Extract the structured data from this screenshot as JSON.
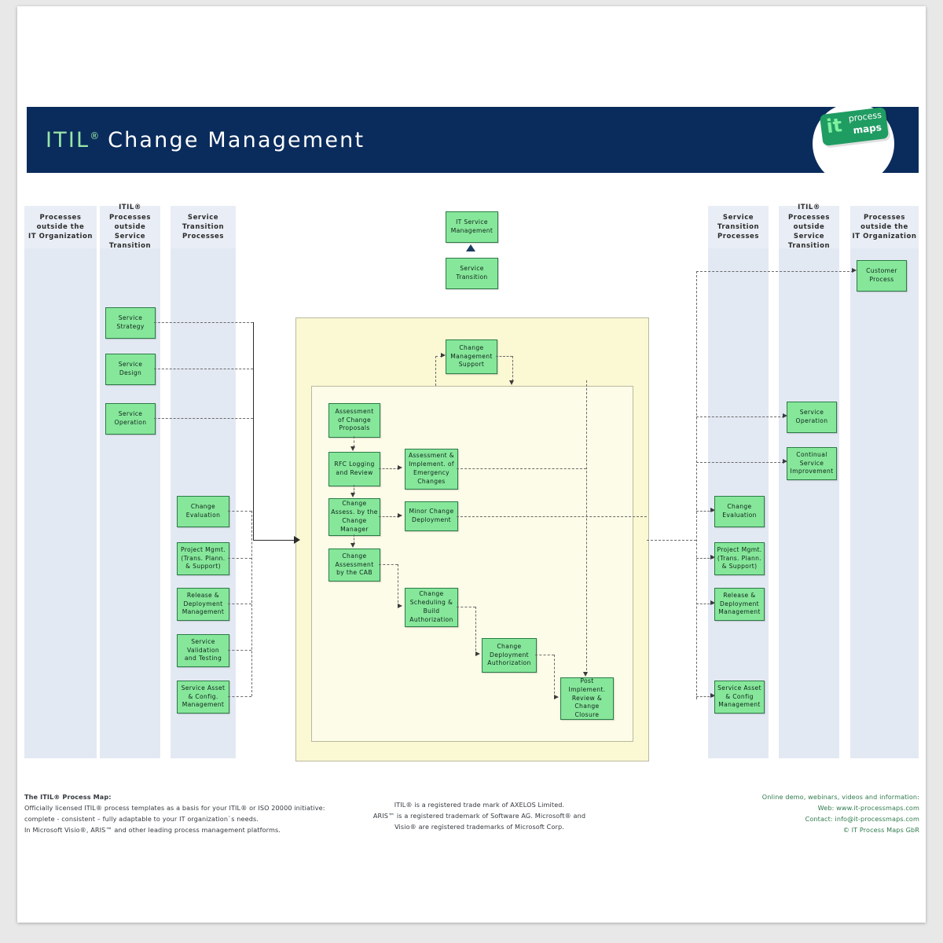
{
  "header": {
    "title_itil": "ITIL",
    "title_reg": "®",
    "title_rest": "Change Management",
    "logo": {
      "it": "it",
      "process": "process",
      "maps": "maps"
    }
  },
  "lanes": [
    {
      "name": "lane-processes-outside-it-left",
      "label": "Processes\noutside the\nIT Organization"
    },
    {
      "name": "lane-itil-outside-st-left",
      "label": "ITIL® Processes\noutside Service\nTransition"
    },
    {
      "name": "lane-service-transition-left",
      "label": "Service\nTransition\nProcesses"
    },
    {
      "name": "lane-service-transition-right",
      "label": "Service\nTransition\nProcesses"
    },
    {
      "name": "lane-itil-outside-st-right",
      "label": "ITIL® Processes\noutside Service\nTransition"
    },
    {
      "name": "lane-processes-outside-it-right",
      "label": "Processes\noutside the\nIT Organization"
    }
  ],
  "top_boxes": [
    {
      "name": "it-service-management",
      "label": "IT Service\nManagement"
    },
    {
      "name": "service-transition",
      "label": "Service\nTransition"
    }
  ],
  "left_itil_boxes": [
    {
      "name": "service-strategy",
      "label": "Service\nStrategy"
    },
    {
      "name": "service-design",
      "label": "Service\nDesign"
    },
    {
      "name": "service-operation",
      "label": "Service\nOperation"
    }
  ],
  "left_st_boxes": [
    {
      "name": "change-evaluation",
      "label": "Change\nEvaluation"
    },
    {
      "name": "project-management",
      "label": "Project Mgmt.\n(Trans. Plann.\n& Support)"
    },
    {
      "name": "release-deployment",
      "label": "Release &\nDeployment\nManagement"
    },
    {
      "name": "service-validation",
      "label": "Service\nValidation\nand Testing"
    },
    {
      "name": "service-asset-config",
      "label": "Service Asset\n& Config.\nManagement"
    }
  ],
  "center_boxes": [
    {
      "name": "change-management-support",
      "label": "Change\nManagement\nSupport"
    },
    {
      "name": "assessment-of-change-proposals",
      "label": "Assessment\nof Change\nProposals"
    },
    {
      "name": "rfc-logging-and-review",
      "label": "RFC Logging\nand Review"
    },
    {
      "name": "assessment-emergency-changes",
      "label": "Assessment &\nImplement. of\nEmergency\nChanges"
    },
    {
      "name": "change-assessment-change-manager",
      "label": "Change\nAssess. by the\nChange\nManager"
    },
    {
      "name": "minor-change-deployment",
      "label": "Minor Change\nDeployment"
    },
    {
      "name": "change-assessment-cab",
      "label": "Change\nAssessment\nby the CAB"
    },
    {
      "name": "change-scheduling-build-auth",
      "label": "Change\nScheduling &\nBuild\nAuthorization"
    },
    {
      "name": "change-deployment-authorization",
      "label": "Change\nDeployment\nAuthorization"
    },
    {
      "name": "post-implementation-review",
      "label": "Post\nImplement.\nReview &\nChange\nClosure"
    }
  ],
  "right_outside_boxes": [
    {
      "name": "customer-process",
      "label": "Customer\nProcess"
    }
  ],
  "right_itil_boxes": [
    {
      "name": "service-operation-right",
      "label": "Service\nOperation"
    },
    {
      "name": "continual-service-improvement",
      "label": "Continual\nService\nImprovement"
    }
  ],
  "right_st_boxes": [
    {
      "name": "change-evaluation-right",
      "label": "Change\nEvaluation"
    },
    {
      "name": "project-management-right",
      "label": "Project Mgmt.\n(Trans. Plann.\n& Support)"
    },
    {
      "name": "release-deployment-right",
      "label": "Release &\nDeployment\nManagement"
    },
    {
      "name": "service-asset-config-right",
      "label": "Service Asset\n& Config\nManagement"
    }
  ],
  "footer": {
    "left": [
      "The ITIL® Process Map:",
      "Officially licensed ITIL® process templates as a basis for your ITIL® or ISO 20000 initiative:",
      "complete - consistent – fully adaptable to your IT organization`s needs.",
      "In Microsoft Visio®, ARIS™ and other leading process management platforms."
    ],
    "middle": [
      "ITIL® is a registered trade mark of AXELOS Limited.",
      "ARIS™ is a  registered trademark of Software AG. Microsoft® and",
      "Visio® are registered trademarks of Microsoft Corp."
    ],
    "right": [
      "Online demo, webinars, videos and information:",
      "Web: www.it-processmaps.com",
      "Contact: info@it-processmaps.com",
      "© IT Process Maps GbR"
    ]
  },
  "colors": {
    "title_bar": "#0a2c5c",
    "process_box": "#86e79a",
    "process_border": "#2b7a46",
    "lane": "#e3e9f3",
    "container": "#fbf8d4",
    "accent_green": "#2f7a4c"
  }
}
